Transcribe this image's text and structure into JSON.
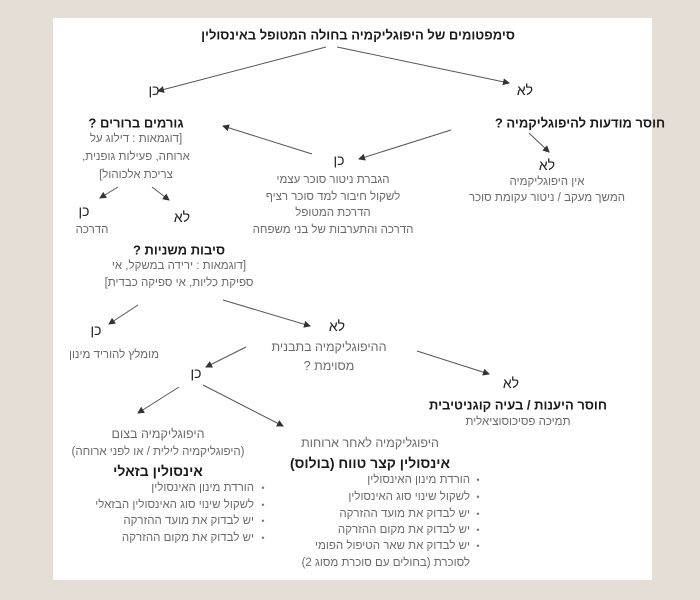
{
  "title": "סימפטומים של היפוגליקמיה בחולה המטופל באינסולין",
  "yes": "כן",
  "no": "לא",
  "clear_causes": {
    "heading": "גורמים ברורים ?",
    "lines": [
      "[דוגמאות : דילוג על",
      "ארוחה, פעילות גופנית,",
      "צריכת אלכוהול]"
    ],
    "yes_action": "הדרכה"
  },
  "unawareness": {
    "heading": "חוסר מודעות להיפוגליקמיה ?",
    "yes_lines": [
      "הגברת ניטור סוכר עצמי",
      "לשקול חיבור למד סוכר רציף",
      "הדרכת המטופל",
      "הדרכה והתערבות של בני משפחה"
    ],
    "no_lines": [
      "אין היפוגליקמיה",
      "המשך מעקב / ניטור עקומת סוכר"
    ]
  },
  "secondary": {
    "heading": "סיבות משניות ?",
    "lines": [
      "[דוגמאות : ירידה במשקל, אי",
      "ספיקת כליות, אי ספיקה כבדית]"
    ],
    "yes_action": "מומלץ להוריד מינון"
  },
  "pattern": {
    "lines": [
      "ההיפוגליקמיה בתבנית",
      "מסוימת ?"
    ],
    "no_heading": "חוסר  היענות / בעיה קוגניטיבית",
    "no_action": "תמיכה פסיכוסוציאלית"
  },
  "fasting": {
    "title": "היפוגליקמיה בצום",
    "subtitle": "(היפוגליקמיה לילית / או לפני ארוחה)",
    "heading": "אינסולין בזאלי",
    "bullets": [
      "הורדת מינון האינסולין",
      "לשקול שינוי סוג האינסולין הבזאלי",
      "יש לבדוק את מועד ההזרקה",
      "יש לבדוק את מקום ההזרקה"
    ]
  },
  "postmeal": {
    "title": "היפוגליקמיה לאחר ארוחות",
    "heading": "אינסולין קצר טווח (בולוס)",
    "bullets": [
      "הורדת מינון האינסולין",
      "לשקול שינוי סוג האינסולין",
      "יש לבדוק את מועד ההזרקה",
      "יש לבדוק את מקום ההזרקה",
      "יש לבדוק את שאר הטיפול הפומי"
    ],
    "continuation": "לסוכרת (בחולים עם סוכרת מסוג 2)"
  }
}
